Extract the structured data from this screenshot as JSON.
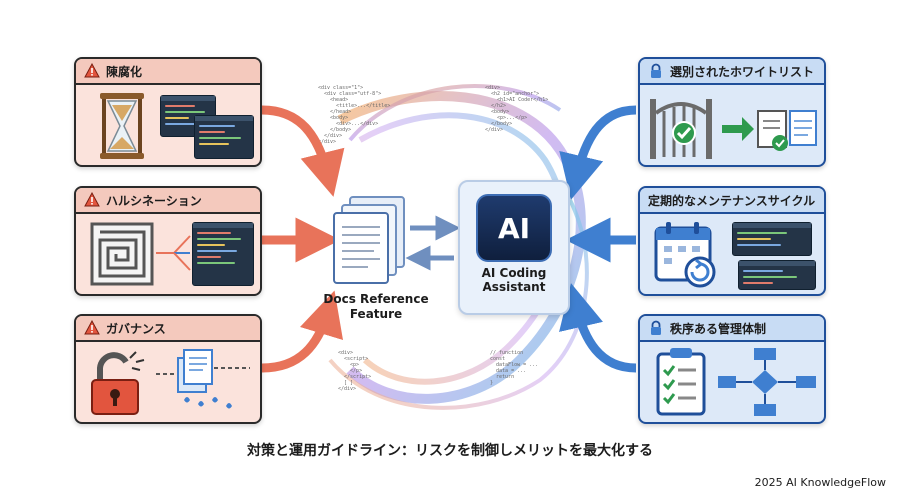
{
  "left_cards": [
    {
      "title": "陳腐化",
      "icon": "warning-icon",
      "illustration": "hourglass-icon"
    },
    {
      "title": "ハルシネーション",
      "icon": "warning-icon",
      "illustration": "maze-icon"
    },
    {
      "title": "ガバナンス",
      "icon": "warning-icon",
      "illustration": "broken-lock-icon"
    }
  ],
  "right_cards": [
    {
      "title": "選別されたホワイトリスト",
      "icon": "lock-icon",
      "illustration": "gate-icon"
    },
    {
      "title": "定期的なメンテナンスサイクル",
      "icon": "lock-icon",
      "illustration": "calendar-icon"
    },
    {
      "title": "秩序ある管理体制",
      "icon": "lock-icon",
      "illustration": "checklist-icon"
    }
  ],
  "center": {
    "docs_label": "Docs Reference Feature",
    "ai_chip": "AI",
    "ai_label": "AI Coding Assistant"
  },
  "bottom_title": "対策と運用ガイドライン：リスクを制御しメリットを最大化する",
  "credit": "2025 AI KnowledgeFlow",
  "colors": {
    "risk_red": "#e8735a",
    "solution_blue": "#3f7fd0",
    "card_red_bg": "#fbe3dc",
    "card_blue_bg": "#dde9f8"
  }
}
